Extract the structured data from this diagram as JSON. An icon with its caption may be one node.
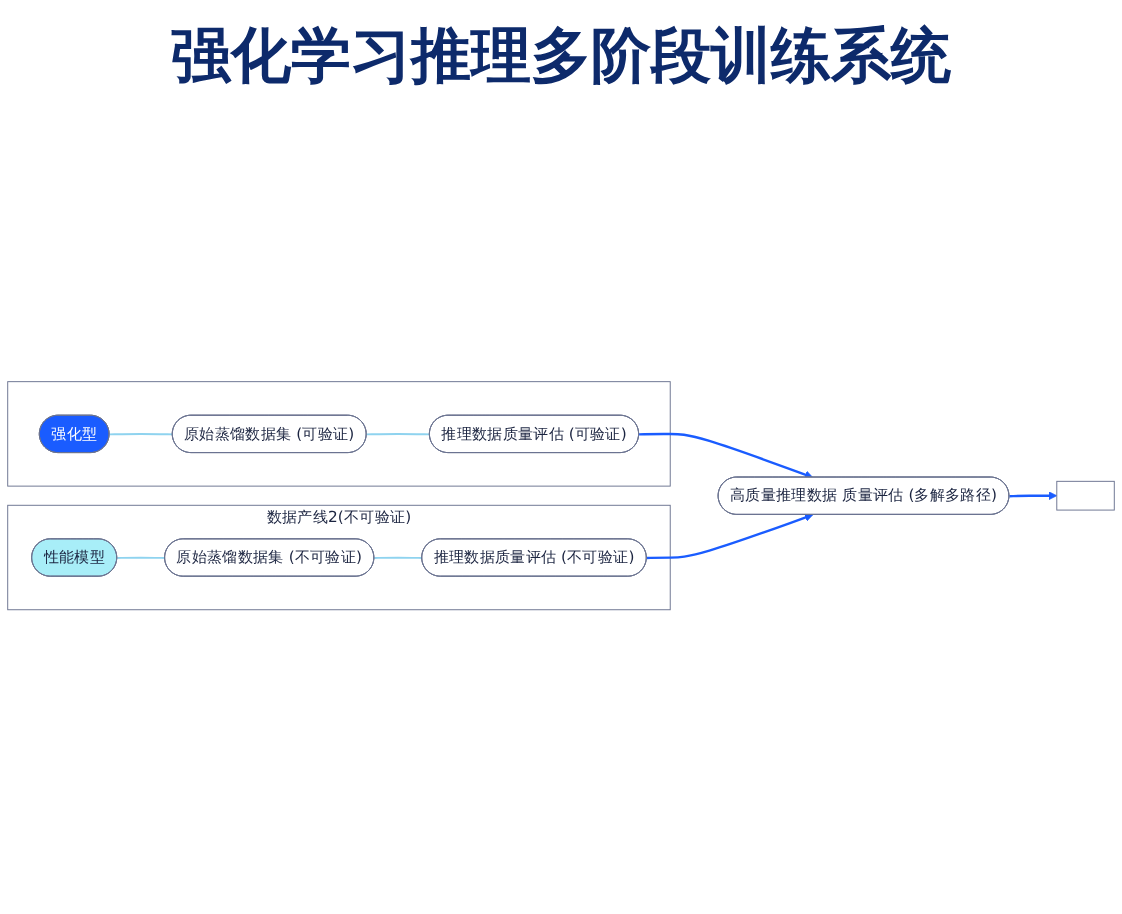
{
  "diagram": {
    "title": "强化学习推理多阶段训练系统",
    "nodes": [
      {
        "text": [],
        "shape": "box"
      },
      {
        "text": [
          "强化型"
        ],
        "in": 0
      },
      {
        "text": [
          "原始蒸馏数据集 (可验证)"
        ],
        "in": 0
      },
      {
        "text": [
          "推理数据质量评估 (可验证)"
        ],
        "in": 0
      },
      {
        "text": [
          "数据产线2(不可验证)"
        ]
      },
      {
        "text": [
          "性能模型"
        ],
        "in": 4
      },
      {
        "text": [
          "原始蒸馏数据集 (不可验证)"
        ],
        "in": 4
      },
      {
        "text": [
          "推理数据质量评估 (不可验证)"
        ],
        "in": 4
      },
      {
        "text": [
          "高质量推理数据 质量评估 (多解多路径)"
        ]
      },
      {
        "text": [],
        "shape": "box"
      }
    ],
    "edges": [
      {
        "from": 1,
        "to": 2,
        "arrow": "none"
      },
      {
        "from": 2,
        "to": 3,
        "arrow": "none"
      },
      {
        "from": 3,
        "to": 8,
        "arrow": "to",
        "color": "#1a5cff"
      },
      {
        "from": 5,
        "to": 6,
        "arrow": "none"
      },
      {
        "from": 6,
        "to": 7,
        "arrow": "none"
      },
      {
        "from": 7,
        "to": 8,
        "arrow": "to",
        "color": "#1a5cff"
      },
      {
        "from": 8,
        "to": 9,
        "arrow": "to",
        "color": "#1a5cff"
      }
    ]
  }
}
